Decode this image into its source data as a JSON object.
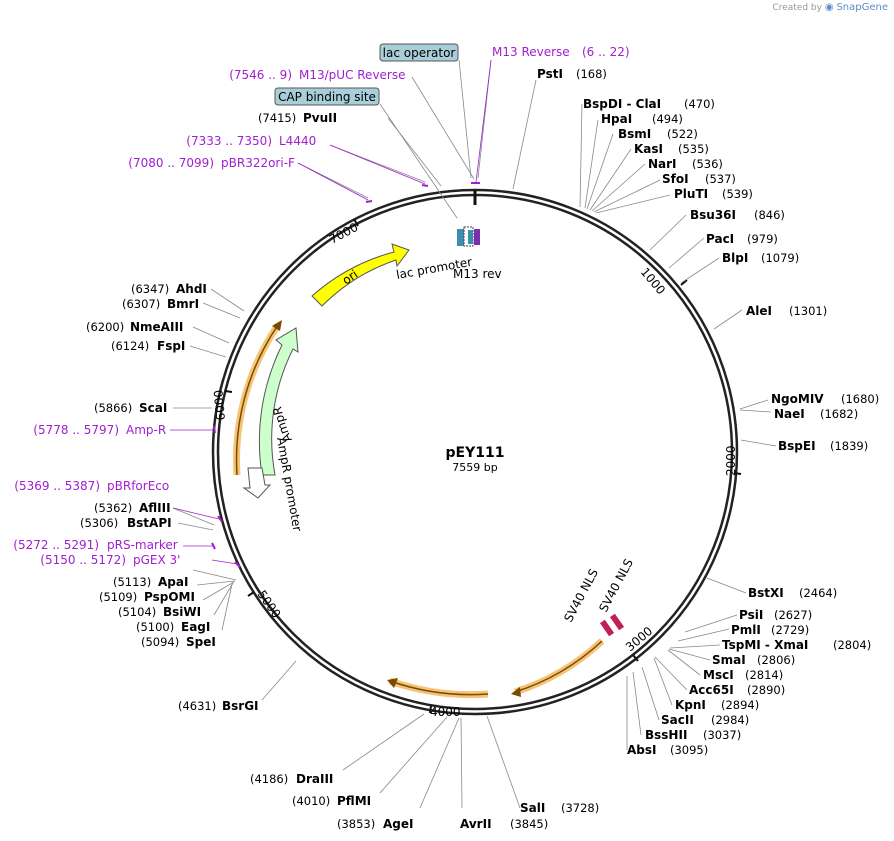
{
  "brand": {
    "created_by": "Created by",
    "name": "SnapGene"
  },
  "plasmid": {
    "name": "pEY111",
    "length_label": "7559 bp"
  },
  "ticks": [
    "1000",
    "2000",
    "3000",
    "4000",
    "5000",
    "6000",
    "7000"
  ],
  "colors": {
    "primer": "#a020d0",
    "backbone": "#222222",
    "ori": "#ffff00",
    "ampr": "#ccffcc",
    "highlight": "#f5c477",
    "box_feature": "#a8cfd9",
    "nls": "#c0205a"
  },
  "sites": [
    {
      "name": "PstI",
      "pos": "(168)"
    },
    {
      "name": "BspDI - ClaI",
      "pos": "(470)"
    },
    {
      "name": "HpaI",
      "pos": "(494)"
    },
    {
      "name": "BsmI",
      "pos": "(522)"
    },
    {
      "name": "KasI",
      "pos": "(535)"
    },
    {
      "name": "NarI",
      "pos": "(536)"
    },
    {
      "name": "SfoI",
      "pos": "(537)"
    },
    {
      "name": "PluTI",
      "pos": "(539)"
    },
    {
      "name": "Bsu36I",
      "pos": "(846)"
    },
    {
      "name": "PacI",
      "pos": "(979)"
    },
    {
      "name": "BlpI",
      "pos": "(1079)"
    },
    {
      "name": "AleI",
      "pos": "(1301)"
    },
    {
      "name": "NgoMIV",
      "pos": "(1680)"
    },
    {
      "name": "NaeI",
      "pos": "(1682)"
    },
    {
      "name": "BspEI",
      "pos": "(1839)"
    },
    {
      "name": "BstXI",
      "pos": "(2464)"
    },
    {
      "name": "PsiI",
      "pos": "(2627)"
    },
    {
      "name": "PmlI",
      "pos": "(2729)"
    },
    {
      "name": "TspMI - XmaI",
      "pos": "(2804)"
    },
    {
      "name": "SmaI",
      "pos": "(2806)"
    },
    {
      "name": "MscI",
      "pos": "(2814)"
    },
    {
      "name": "Acc65I",
      "pos": "(2890)"
    },
    {
      "name": "KpnI",
      "pos": "(2894)"
    },
    {
      "name": "SacII",
      "pos": "(2984)"
    },
    {
      "name": "BssHII",
      "pos": "(3037)"
    },
    {
      "name": "AbsI",
      "pos": "(3095)"
    },
    {
      "name": "SalI",
      "pos": "(3728)"
    },
    {
      "name": "AvrII",
      "pos": "(3845)"
    },
    {
      "name": "AgeI",
      "pos": "(3853)"
    },
    {
      "name": "PflMI",
      "pos": "(4010)"
    },
    {
      "name": "DraIII",
      "pos": "(4186)"
    },
    {
      "name": "BsrGI",
      "pos": "(4631)"
    },
    {
      "name": "SpeI",
      "pos": "(5094)"
    },
    {
      "name": "EagI",
      "pos": "(5100)"
    },
    {
      "name": "BsiWI",
      "pos": "(5104)"
    },
    {
      "name": "PspOMI",
      "pos": "(5109)"
    },
    {
      "name": "ApaI",
      "pos": "(5113)"
    },
    {
      "name": "BstAPI",
      "pos": "(5306)"
    },
    {
      "name": "AflIII",
      "pos": "(5362)"
    },
    {
      "name": "ScaI",
      "pos": "(5866)"
    },
    {
      "name": "FspI",
      "pos": "(6124)"
    },
    {
      "name": "NmeAIII",
      "pos": "(6200)"
    },
    {
      "name": "BmrI",
      "pos": "(6307)"
    },
    {
      "name": "AhdI",
      "pos": "(6347)"
    },
    {
      "name": "PvuII",
      "pos": "(7415)"
    }
  ],
  "primers": [
    {
      "name": "M13 Reverse",
      "pos": "(6 .. 22)"
    },
    {
      "name": "M13/pUC Reverse",
      "pos": "(7546 .. 9)"
    },
    {
      "name": "L4440",
      "pos": "(7333 .. 7350)"
    },
    {
      "name": "pBR322ori-F",
      "pos": "(7080 .. 7099)"
    },
    {
      "name": "Amp-R",
      "pos": "(5778 .. 5797)"
    },
    {
      "name": "pBRforEco",
      "pos": "(5369 .. 5387)"
    },
    {
      "name": "pRS-marker",
      "pos": "(5272 .. 5291)"
    },
    {
      "name": "pGEX 3'",
      "pos": "(5150 .. 5172)"
    }
  ],
  "boxed_features": [
    {
      "name": "lac operator"
    },
    {
      "name": "CAP binding site"
    }
  ],
  "features": {
    "ori": "ori",
    "ampr": "AmpR",
    "ampr_promoter": "AmpR promoter",
    "lac_promoter": "lac promoter",
    "m13_rev": "M13 rev",
    "nls1": "SV40 NLS",
    "nls2": "SV40 NLS"
  }
}
